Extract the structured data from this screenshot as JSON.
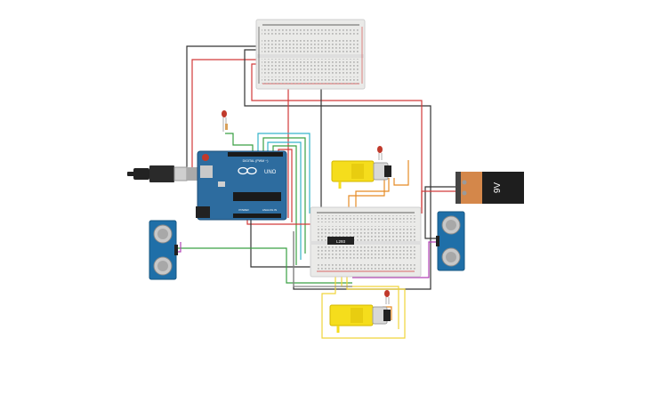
{
  "colors": {
    "background": "#ffffff",
    "breadboard": "#eaeae8",
    "breadboard_rail_red": "#d33c3c",
    "breadboard_rail_black": "#333333",
    "arduino_board": "#2d6c9f",
    "sensor_board": "#1f6fa8",
    "motor_yellow": "#f5dd1c",
    "battery_orange": "#d4874a",
    "battery_black": "#1e1e1e",
    "wire_red": "#d23a3a",
    "wire_black": "#333333",
    "wire_orange": "#e58b25",
    "wire_green": "#3aa043",
    "wire_cyan": "#36b4c9",
    "wire_purple": "#b242b6",
    "wire_yellow": "#f0d43a",
    "wire_gray": "#888888"
  },
  "components": {
    "arduino": {
      "model_label": "UNO",
      "brand_icon": "arduino-infinity-icon",
      "header_text": "DIGITAL (PWM ~)",
      "power_text": "POWER",
      "analog_text": "ANALOG IN"
    },
    "battery": {
      "label": "9V"
    },
    "driver_chip": {
      "label": "L293"
    },
    "icons": [
      "usb-cable-icon",
      "led-icon",
      "ultrasonic-sensor-icon",
      "dc-motor-icon",
      "battery-9v-icon",
      "breadboard-icon",
      "resistor-icon"
    ]
  }
}
